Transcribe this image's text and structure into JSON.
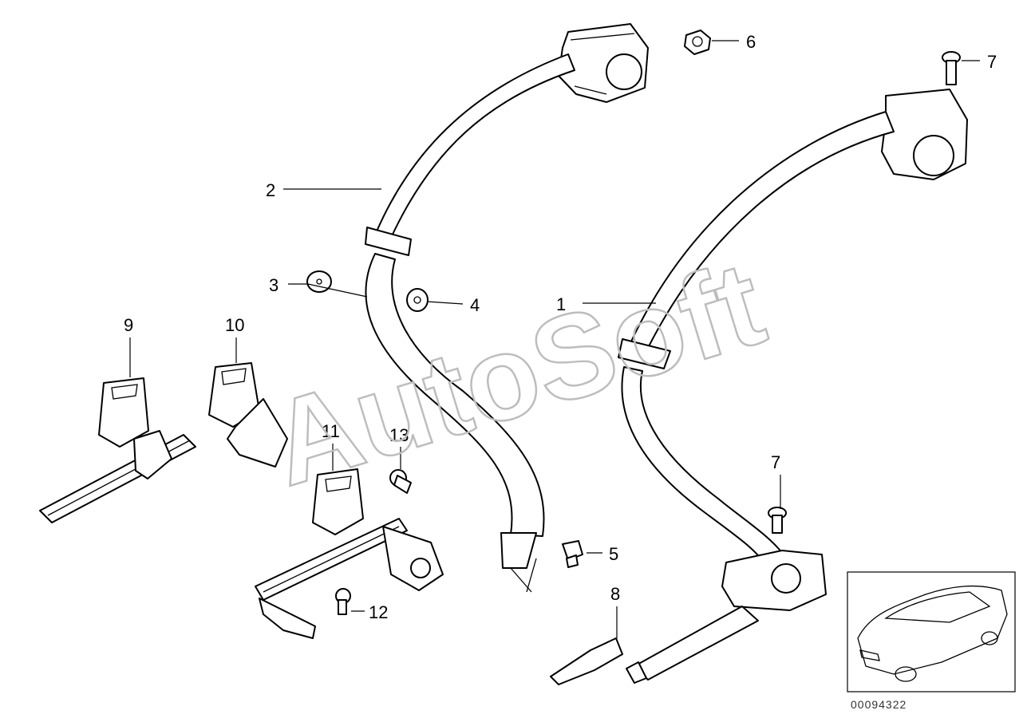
{
  "diagram_id": "00094322",
  "watermark": "AutoSoft",
  "callouts": [
    {
      "label": "1"
    },
    {
      "label": "2"
    },
    {
      "label": "3"
    },
    {
      "label": "4"
    },
    {
      "label": "5"
    },
    {
      "label": "6"
    },
    {
      "label": "7"
    },
    {
      "label": "7"
    },
    {
      "label": "8"
    },
    {
      "label": "9"
    },
    {
      "label": "10"
    },
    {
      "label": "11"
    },
    {
      "label": "12"
    },
    {
      "label": "13"
    }
  ]
}
